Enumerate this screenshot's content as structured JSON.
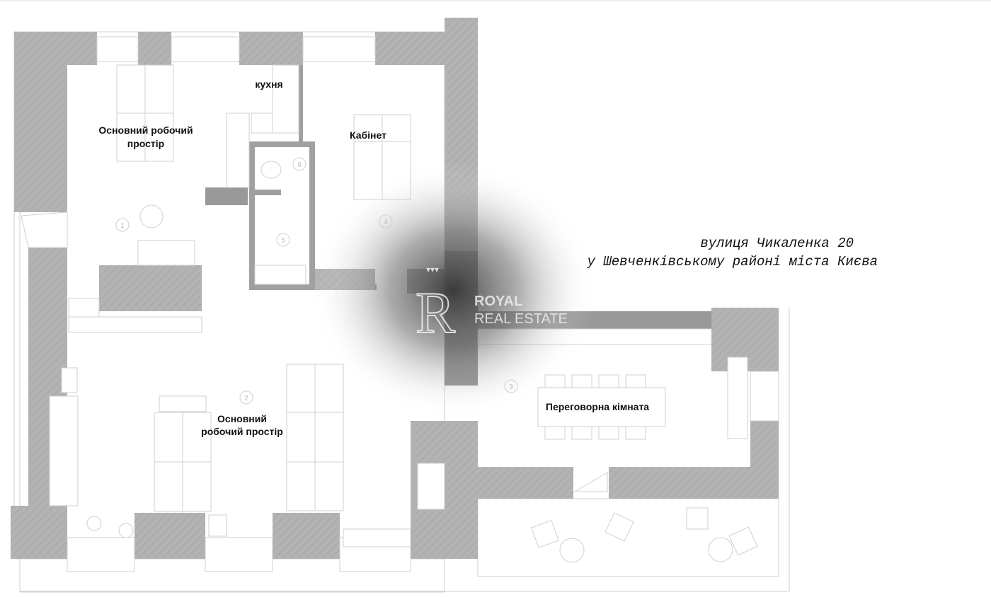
{
  "rooms": [
    {
      "number": "1",
      "label_line1": "Основний робочий",
      "label_line2": "простір"
    },
    {
      "number": "2",
      "label_line1": "Основний",
      "label_line2": "робочий простір"
    },
    {
      "number": "3",
      "label_line1": "Переговорна кімната",
      "label_line2": ""
    },
    {
      "number": "4",
      "label_line1": "Кабінет",
      "label_line2": ""
    },
    {
      "number": "5",
      "label_line1": "",
      "label_line2": ""
    },
    {
      "number": "6",
      "label_line1": "",
      "label_line2": ""
    }
  ],
  "kitchen_label": "кухня",
  "address": {
    "line1": "вулиця Чикаленка 20",
    "line2": "у Шевченківському районі міста Києва"
  },
  "watermark": {
    "brand_line1": "ROYAL",
    "brand_line2": "REAL ESTATE",
    "monogram": "R"
  },
  "colors": {
    "wall": "#b3b3b3",
    "outline": "#cfcfcf",
    "text": "#111111"
  }
}
